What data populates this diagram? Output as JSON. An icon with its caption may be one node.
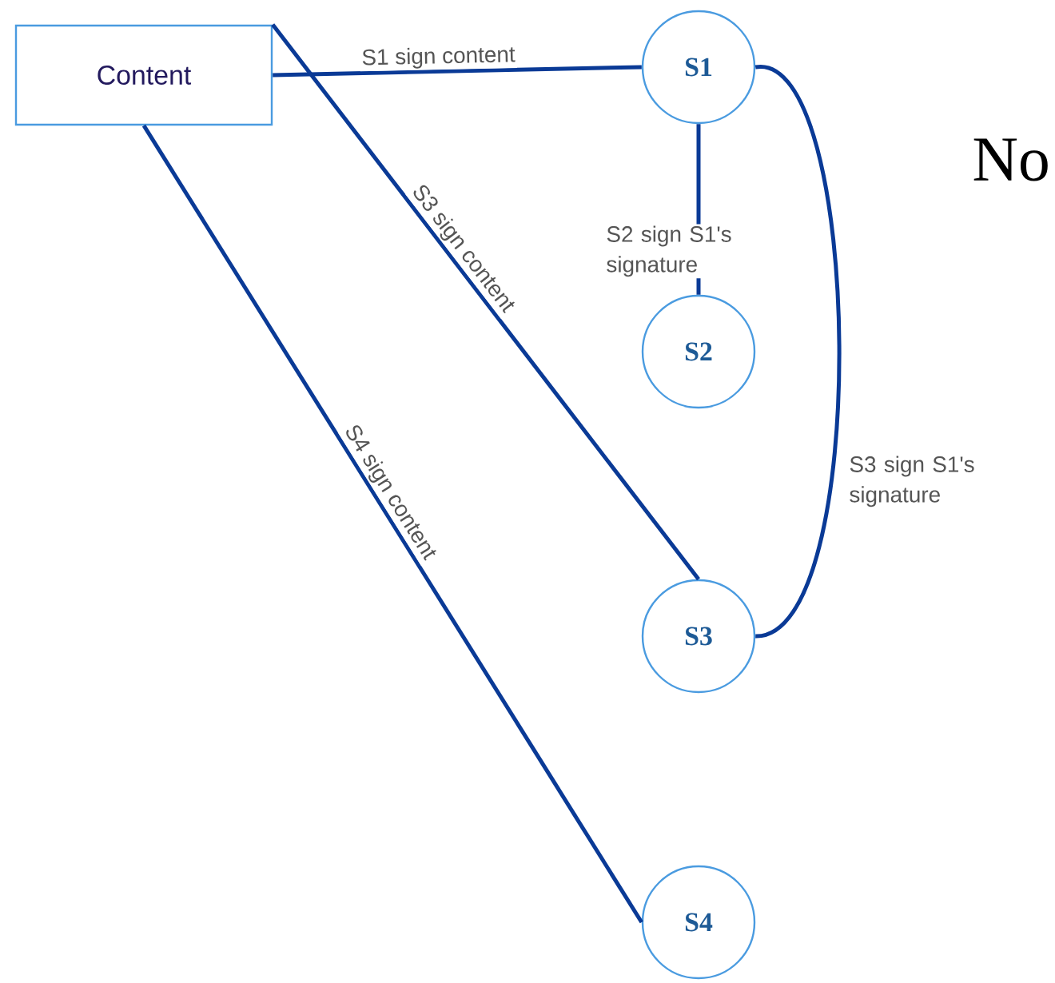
{
  "diagram": {
    "nodes": [
      {
        "text": [
          "Content"
        ]
      },
      {
        "text": [
          "S1"
        ]
      },
      {
        "text": [
          "S2"
        ]
      },
      {
        "text": [
          "S3"
        ]
      },
      {
        "text": [
          "S4"
        ]
      }
    ],
    "edges": [
      {
        "from": 0,
        "to": 1,
        "arrow": "none",
        "label": "S1 sign content"
      },
      {
        "from": 0,
        "to": 3,
        "arrow": "none",
        "label": "S3 sign content"
      },
      {
        "from": 0,
        "to": 4,
        "arrow": "none",
        "label": "S4 sign content"
      },
      {
        "from": 1,
        "to": 2,
        "arrow": "none",
        "label": "S2 sign S1's signature"
      },
      {
        "from": 1,
        "to": 3,
        "arrow": "none",
        "label": "S3 sign S1's signature"
      }
    ],
    "labels": [
      "No"
    ]
  }
}
